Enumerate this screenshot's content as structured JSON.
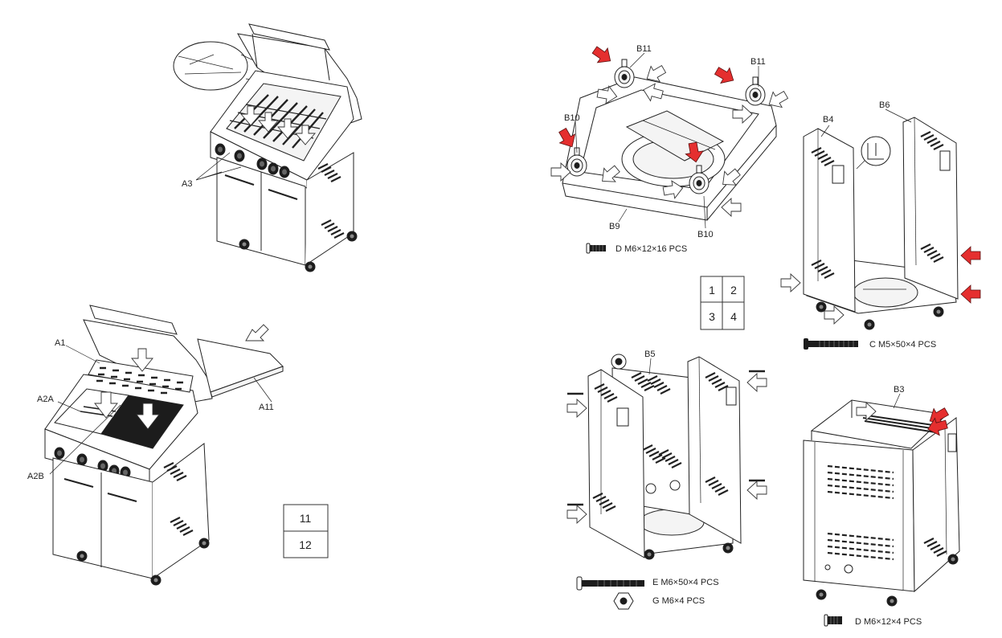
{
  "step_grid_a": {
    "cells": [
      "1",
      "2",
      "3",
      "4"
    ]
  },
  "step_grid_b": {
    "cells": [
      "11",
      "12"
    ]
  },
  "panel_11": {
    "labels": {
      "a3": "A3"
    }
  },
  "panel_12": {
    "labels": {
      "a1": "A1",
      "a2a": "A2A",
      "a2b": "A2B",
      "a11": "A11"
    }
  },
  "panel_1": {
    "labels": {
      "b11_left": "B11",
      "b11_right": "B11",
      "b10_left": "B10",
      "b10_right": "B10",
      "b9": "B9"
    },
    "hardware": "D M6×12×16 PCS"
  },
  "panel_2": {
    "labels": {
      "b4": "B4",
      "b6": "B6"
    },
    "hardware": "C M5×50×4 PCS"
  },
  "panel_3": {
    "labels": {
      "b5": "B5"
    },
    "hardware": [
      "E M6×50×4 PCS",
      "G M6×4 PCS"
    ]
  },
  "panel_4": {
    "labels": {
      "b3": "B3"
    },
    "hardware": "D M6×12×4 PCS"
  },
  "icons": [
    "bolt-icon",
    "nut-icon",
    "caster-icon",
    "red-arrow-icon",
    "white-arrow-icon"
  ]
}
